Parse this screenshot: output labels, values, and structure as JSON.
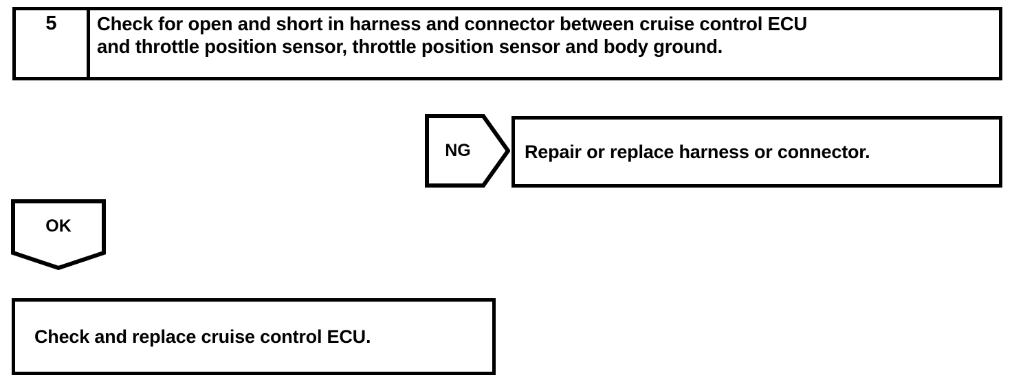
{
  "document": {
    "type": "troubleshooting-flowchart",
    "ink_color": "#000000",
    "background_color": "#ffffff"
  },
  "step": {
    "number": "5",
    "instruction": "Check for open and short in harness and connector between cruise control ECU\nand throttle position sensor, throttle position sensor and body ground."
  },
  "branches": {
    "ng": {
      "label": "NG",
      "result_text": "Repair or replace harness or connector."
    },
    "ok": {
      "label": "OK",
      "result_text": "Check and replace cruise control ECU."
    }
  }
}
